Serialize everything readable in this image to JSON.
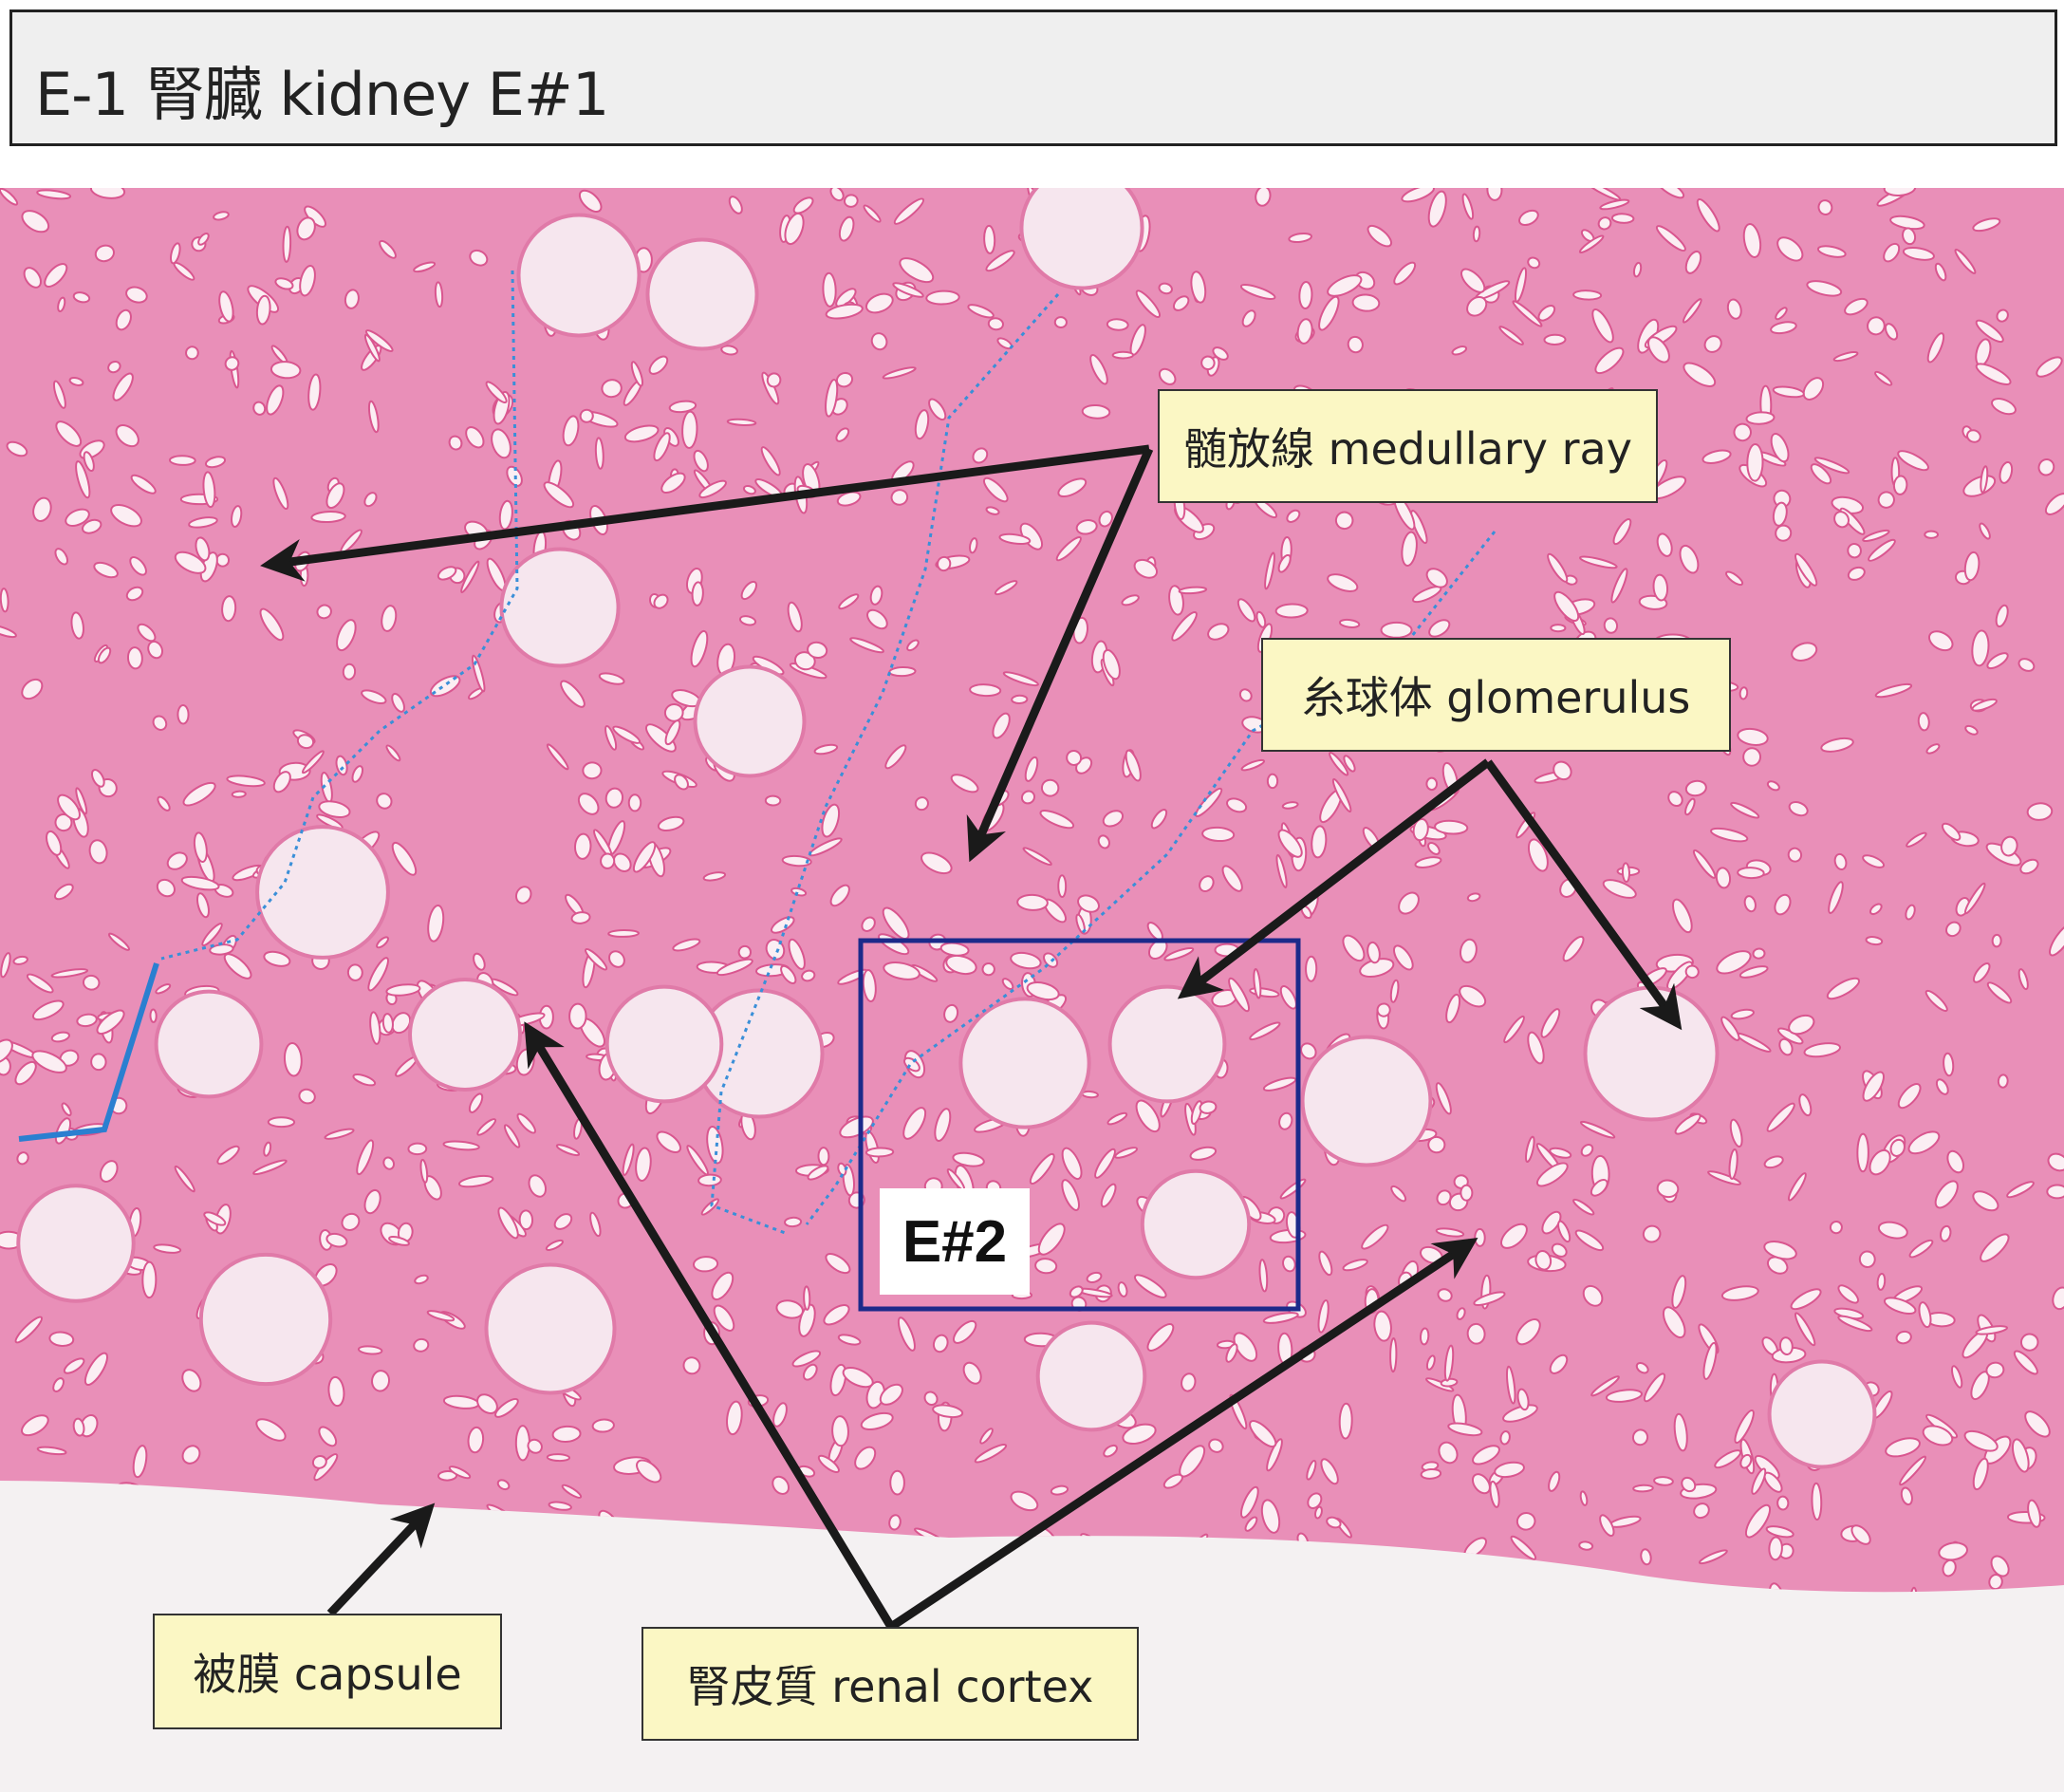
{
  "title": "E-1 腎臓 kidney E#1",
  "labels": {
    "medullary_ray": "髄放線 medullary ray",
    "glomerulus": "糸球体 glomerulus",
    "capsule": "被膜 capsule",
    "renal_cortex": "腎皮質 renal cortex",
    "inset": "E#2"
  },
  "colors": {
    "tissue": "#e98fb8",
    "lumen": "#fbeef3",
    "inset_box": "#1c2a8a",
    "arrow": "#1a1a1a",
    "trace": "#3a8fd8"
  }
}
